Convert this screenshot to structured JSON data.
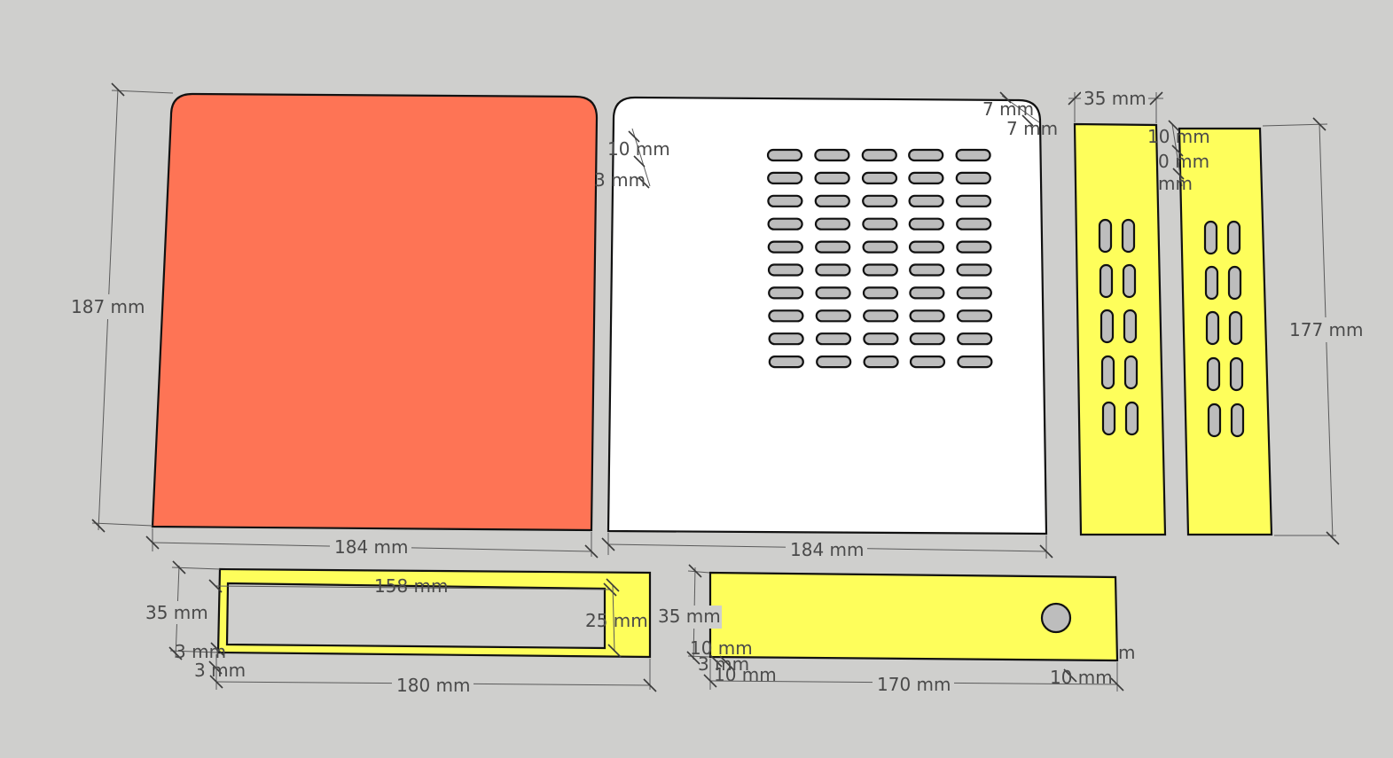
{
  "colors": {
    "background": "#cfcfcd",
    "panel_red": "#fe7455",
    "panel_white": "#ffffff",
    "panel_yellow": "#fefe5b",
    "slot_fill": "#bdbdbd",
    "outline": "#111111",
    "dimension_text": "#4a4a4a"
  },
  "panels": {
    "front": {
      "width": "184 mm",
      "height": "187 mm"
    },
    "back": {
      "width": "184 mm",
      "vent_offset_top": "10 mm",
      "vent_edge": "3 mm",
      "corner_radius_a": "7 mm",
      "corner_radius_b": "7 mm"
    },
    "side_left": {
      "width": "35 mm",
      "vent_offset_top": "10 mm",
      "vent_gap": "0 mm",
      "vent_edge": "mm"
    },
    "side_right": {
      "height": "177 mm"
    },
    "bottom_frame": {
      "inner_width": "158 mm",
      "inner_height": "25 mm",
      "height": "35 mm",
      "edge_a": "3 mm",
      "edge_b": "3 mm",
      "width": "180 mm"
    },
    "top_bar": {
      "height": "35 mm",
      "edge_a": "10 mm",
      "edge_b": "3 mm",
      "edge_c": "10 mm",
      "edge_right": "m",
      "width": "170 mm",
      "edge_end": "10 mm"
    }
  }
}
